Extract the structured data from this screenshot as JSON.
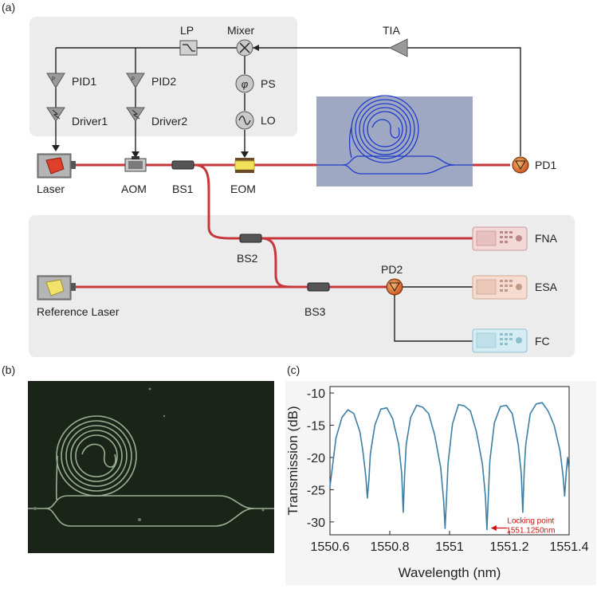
{
  "panels": {
    "a": "(a)",
    "b": "(b)",
    "c": "(c)"
  },
  "diagram": {
    "labels": {
      "lp": "LP",
      "mixer": "Mixer",
      "tia": "TIA",
      "pid1": "PID1",
      "pid2": "PID2",
      "ps": "PS",
      "driver1": "Driver1",
      "driver2": "Driver2",
      "lo": "LO",
      "laser": "Laser",
      "aom": "AOM",
      "bs1": "BS1",
      "eom": "EOM",
      "pd1": "PD1",
      "bs2": "BS2",
      "fna": "FNA",
      "pd2": "PD2",
      "esa": "ESA",
      "reference_laser": "Reference Laser",
      "bs3": "BS3",
      "fc": "FC",
      "phi_symbol": "φ"
    },
    "colors": {
      "fiber": "#c8373b",
      "electrical": "#222222",
      "resonator": "#1e3cc8",
      "chip_bg": "#9fa8c3",
      "gray_box": "#ececec"
    }
  },
  "chart_data": {
    "type": "line",
    "xlabel": "Wavelength (nm)",
    "ylabel": "Transmission (dB)",
    "xlim": [
      1550.6,
      1551.4
    ],
    "ylim": [
      -32,
      -9
    ],
    "xticks": [
      1550.6,
      1550.8,
      1551.0,
      1551.2,
      1551.4
    ],
    "xtick_labels": [
      "1550.6",
      "1550.8",
      "1551",
      "1551.2",
      "1551.4"
    ],
    "yticks": [
      -10,
      -15,
      -20,
      -25,
      -30
    ],
    "ytick_labels": [
      "-10",
      "-15",
      "-20",
      "-25",
      "-30"
    ],
    "series": [
      {
        "color": "#3b7ea6",
        "x": [
          1550.6,
          1550.62,
          1550.64,
          1550.66,
          1550.68,
          1550.7,
          1550.71,
          1550.72,
          1550.725,
          1550.73,
          1550.735,
          1550.75,
          1550.77,
          1550.79,
          1550.81,
          1550.83,
          1550.84,
          1550.845,
          1550.85,
          1550.855,
          1550.87,
          1550.89,
          1550.91,
          1550.93,
          1550.95,
          1550.97,
          1550.98,
          1550.985,
          1550.99,
          1550.995,
          1551.01,
          1551.03,
          1551.05,
          1551.07,
          1551.09,
          1551.11,
          1551.12,
          1551.125,
          1551.13,
          1551.135,
          1551.15,
          1551.17,
          1551.19,
          1551.21,
          1551.23,
          1551.24,
          1551.245,
          1551.25,
          1551.255,
          1551.27,
          1551.29,
          1551.31,
          1551.33,
          1551.35,
          1551.37,
          1551.38,
          1551.385,
          1551.39,
          1551.395,
          1551.4
        ],
        "y": [
          -24.5,
          -17.0,
          -13.8,
          -12.6,
          -13.2,
          -16.0,
          -19.0,
          -23.0,
          -26.3,
          -23.5,
          -19.5,
          -15.0,
          -12.5,
          -12.3,
          -14.0,
          -18.0,
          -22.5,
          -28.5,
          -22.5,
          -18.0,
          -13.8,
          -11.9,
          -12.2,
          -13.2,
          -16.5,
          -21.5,
          -26.5,
          -31.0,
          -26.0,
          -21.0,
          -14.8,
          -11.8,
          -12.0,
          -12.8,
          -16.0,
          -21.0,
          -26.0,
          -31.2,
          -25.5,
          -20.5,
          -14.6,
          -12.1,
          -11.9,
          -13.2,
          -18.0,
          -22.5,
          -28.5,
          -22.0,
          -18.0,
          -13.2,
          -11.7,
          -11.5,
          -12.8,
          -15.0,
          -19.0,
          -23.0,
          -26.0,
          -22.5,
          -20.0,
          -22.0
        ]
      }
    ],
    "annotation": {
      "line1": "Locking point",
      "line2": "1551.1250nm",
      "x": 1551.125,
      "y": -31.2,
      "color": "#cc1111"
    }
  }
}
